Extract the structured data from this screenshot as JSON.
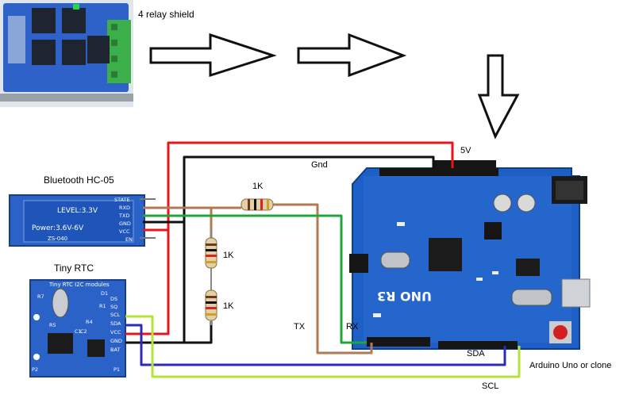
{
  "labels": {
    "relay_shield": "4 relay shield",
    "bluetooth": "Bluetooth HC-05",
    "tiny_rtc": "Tiny RTC",
    "arduino": "Arduino Uno or clone",
    "v5": "5V",
    "gnd": "Gnd",
    "r_top": "1K",
    "r_mid": "1K",
    "r_low": "1K",
    "tx": "TX",
    "rx": "RX",
    "sda": "SDA",
    "scl": "SCL"
  },
  "bt_module": {
    "pins": [
      "STATE",
      "RXD",
      "TXD",
      "GND",
      "VCC",
      "EN"
    ],
    "level": "LEVEL:3.3V",
    "power": "Power:3.6V-6V",
    "model": "ZS-040"
  },
  "rtc_module": {
    "title": "Tiny RTC   I2C modules",
    "pins": [
      "DS",
      "SQ",
      "SCL",
      "SDA",
      "VCC",
      "GND",
      "BAT"
    ],
    "parts": [
      "R7",
      "D1",
      "R4",
      "R5",
      "R1",
      "C1",
      "C2",
      "P2",
      "P1"
    ]
  },
  "arduino_board": {
    "name": "UNO R3"
  },
  "wire_colors": {
    "vcc": "#e8141c",
    "gnd": "#101010",
    "tx": "#b07a55",
    "rx": "#1fa53a",
    "sda": "#2d2ab8",
    "scl": "#b4e33a",
    "board": "#1d5fc4"
  }
}
